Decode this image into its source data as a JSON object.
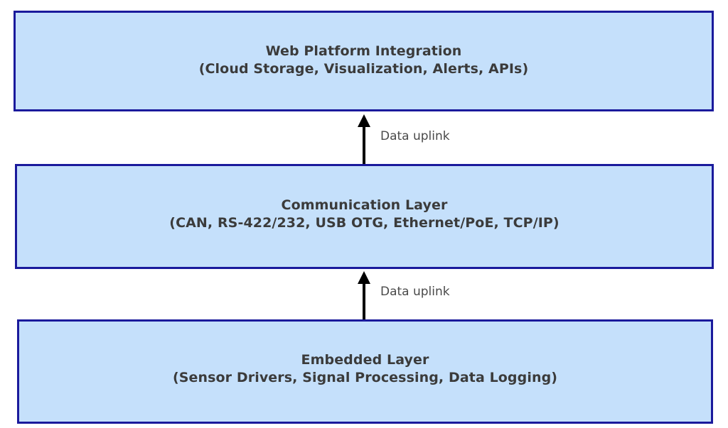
{
  "diagram": {
    "type": "layered-architecture-stack",
    "background_color": "#ffffff",
    "box_fill_color": "#c5e0fb",
    "box_border_color": "#1a1a9c",
    "text_color": "#3b3b3b",
    "arrow_color": "#000000",
    "label_color": "#4a4a4a",
    "layers": [
      {
        "id": "web-platform-integration",
        "title": "Web Platform Integration",
        "subtitle": "(Cloud Storage, Visualization, Alerts, APIs)",
        "position": "top"
      },
      {
        "id": "communication-layer",
        "title": "Communication Layer",
        "subtitle": "(CAN, RS-422/232, USB OTG, Ethernet/PoE, TCP/IP)",
        "position": "middle"
      },
      {
        "id": "embedded-layer",
        "title": "Embedded Layer",
        "subtitle": "(Sensor Drivers, Signal Processing, Data Logging)",
        "position": "bottom"
      }
    ],
    "connectors": [
      {
        "id": "connector-comm-to-web",
        "label": "Data uplink",
        "direction": "up",
        "from": "communication-layer",
        "to": "web-platform-integration"
      },
      {
        "id": "connector-embedded-to-comm",
        "label": "Data uplink",
        "direction": "up",
        "from": "embedded-layer",
        "to": "communication-layer"
      }
    ]
  }
}
